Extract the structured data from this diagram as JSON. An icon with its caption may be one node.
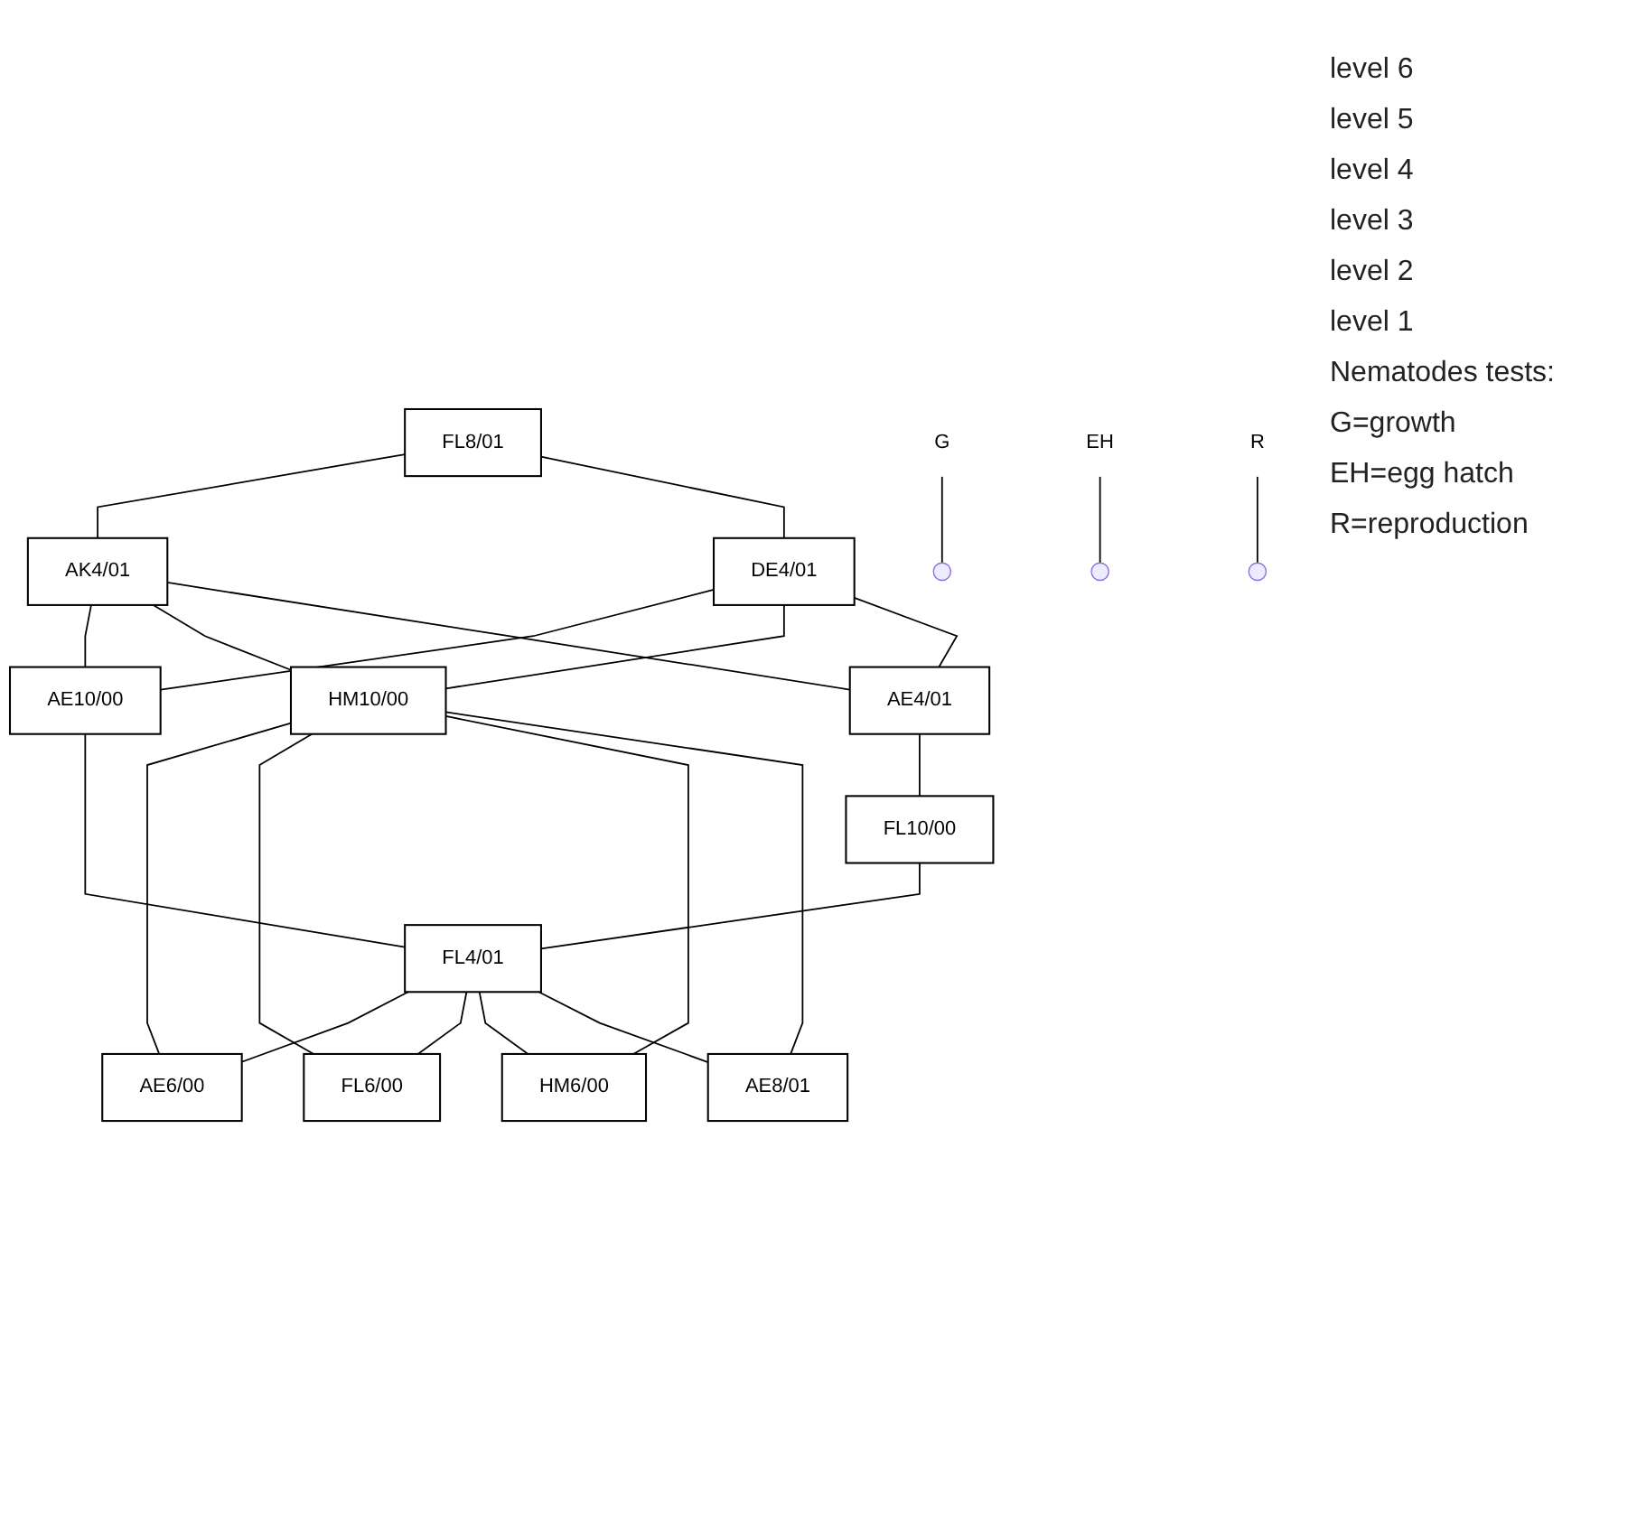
{
  "diagram": {
    "nodes": [
      {
        "text": [
          "FL8/01"
        ]
      },
      {
        "text": [
          "AK4/01"
        ]
      },
      {
        "text": [
          "DE4/01"
        ]
      },
      {
        "text": [
          "AE10/00"
        ]
      },
      {
        "text": [
          "HM10/00"
        ]
      },
      {
        "text": [
          "AE4/01"
        ]
      },
      {
        "text": [
          "FL10/00"
        ]
      },
      {
        "text": [
          "FL4/01"
        ]
      },
      {
        "text": [
          "AE6/00"
        ]
      },
      {
        "text": [
          "FL6/00"
        ]
      },
      {
        "text": [
          "HM6/00"
        ]
      },
      {
        "text": [
          "AE8/01"
        ]
      },
      {
        "text": [
          "G"
        ]
      },
      {
        "text": [
          "EH"
        ]
      },
      {
        "text": [
          "R"
        ]
      }
    ],
    "edges": [
      {
        "from": 0,
        "to": 1,
        "arrow": "none"
      },
      {
        "from": 0,
        "to": 2,
        "arrow": "none"
      },
      {
        "from": 1,
        "to": 3,
        "arrow": "none"
      },
      {
        "from": 1,
        "to": 4,
        "arrow": "none"
      },
      {
        "from": 1,
        "to": 5,
        "arrow": "none"
      },
      {
        "from": 2,
        "to": 3,
        "arrow": "none"
      },
      {
        "from": 2,
        "to": 4,
        "arrow": "none"
      },
      {
        "from": 2,
        "to": 5,
        "arrow": "none"
      },
      {
        "from": 3,
        "to": 7,
        "arrow": "none"
      },
      {
        "from": 5,
        "to": 6,
        "arrow": "none"
      },
      {
        "from": 4,
        "to": 8,
        "arrow": "none"
      },
      {
        "from": 4,
        "to": 9,
        "arrow": "none"
      },
      {
        "from": 4,
        "to": 10,
        "arrow": "none"
      },
      {
        "from": 4,
        "to": 11,
        "arrow": "none"
      },
      {
        "from": 6,
        "to": 7,
        "arrow": "none"
      },
      {
        "from": 7,
        "to": 8,
        "arrow": "none"
      },
      {
        "from": 7,
        "to": 9,
        "arrow": "none"
      },
      {
        "from": 7,
        "to": 10,
        "arrow": "none"
      },
      {
        "from": 7,
        "to": 11,
        "arrow": "none"
      },
      {
        "from": 12,
        "to": null,
        "arrow": "none"
      },
      {
        "from": 13,
        "to": null,
        "arrow": "none"
      },
      {
        "from": 14,
        "to": null,
        "arrow": "none"
      }
    ],
    "labels": [
      "level 6",
      "level 5",
      "level 4",
      "level 3",
      "level 2",
      "level 1",
      "Nematodes tests:",
      "G=growth",
      "EH=egg hatch",
      "R=reproduction"
    ]
  }
}
